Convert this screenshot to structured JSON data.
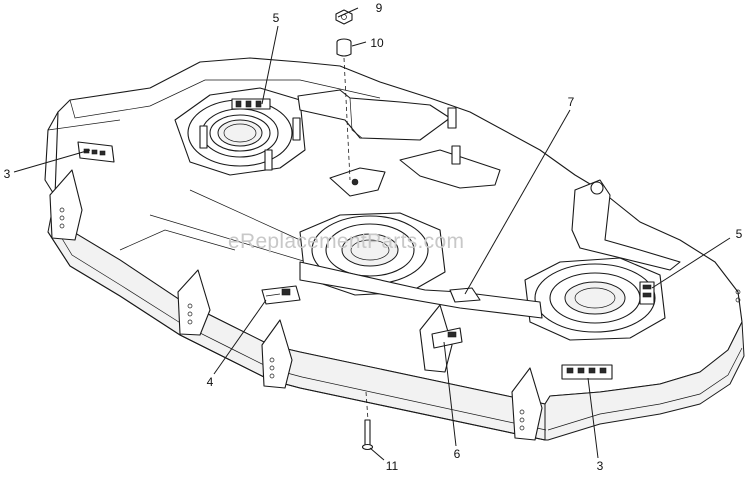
{
  "watermark": "eReplacementParts.com",
  "callouts": [
    {
      "id": "c9",
      "label": "9"
    },
    {
      "id": "c10",
      "label": "10"
    },
    {
      "id": "c5a",
      "label": "5"
    },
    {
      "id": "c7",
      "label": "7"
    },
    {
      "id": "c3a",
      "label": "3"
    },
    {
      "id": "c5b",
      "label": "5"
    },
    {
      "id": "c4",
      "label": "4"
    },
    {
      "id": "c6",
      "label": "6"
    },
    {
      "id": "c11",
      "label": "11"
    },
    {
      "id": "c3b",
      "label": "3"
    }
  ]
}
